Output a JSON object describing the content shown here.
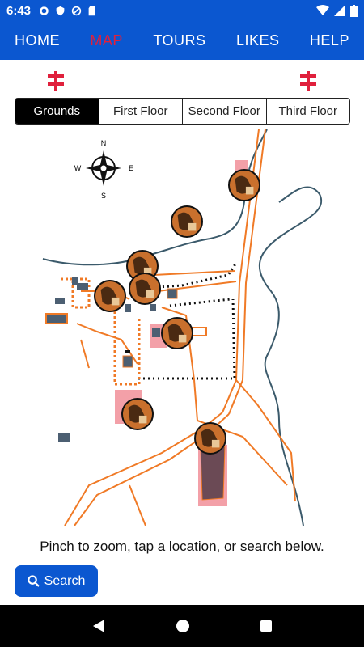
{
  "status": {
    "time": "6:43"
  },
  "nav": {
    "home": "HOME",
    "map": "MAP",
    "tours": "TOURS",
    "likes": "LIKES",
    "help": "HELP"
  },
  "tabs": [
    "Grounds",
    "First Floor",
    "Second Floor",
    "Third Floor"
  ],
  "compass": {
    "n": "N",
    "s": "S",
    "e": "E",
    "w": "W"
  },
  "colors": {
    "brand": "#0b57d0",
    "active_nav": "#e0203c",
    "path": "#f07a26",
    "water": "#3b5a6b"
  },
  "hint": "Pinch to zoom, tap a location, or search below.",
  "search_label": "Search"
}
